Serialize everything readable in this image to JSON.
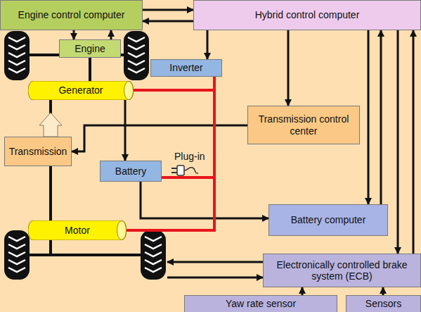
{
  "diagram": {
    "nodes": [
      {
        "text": [
          "Engine control computer"
        ]
      },
      {
        "text": [
          "Hybrid control computer"
        ]
      },
      {
        "text": [
          "Engine"
        ]
      },
      {
        "text": [
          "Inverter"
        ]
      },
      {
        "text": [
          "Generator"
        ]
      },
      {
        "text": [
          "Transmission control center"
        ]
      },
      {
        "text": [
          "Transmission"
        ]
      },
      {
        "text": [
          "Battery"
        ]
      },
      {
        "text": [
          "Battery computer"
        ]
      },
      {
        "text": [
          "Motor"
        ]
      },
      {
        "text": [
          "Electronically controlled brake system (ECB)"
        ]
      },
      {
        "text": [
          "Yaw rate sensor"
        ]
      },
      {
        "text": [
          "Sensors"
        ]
      }
    ],
    "edges": [
      {
        "from": 0,
        "to": 1,
        "arrow": "to"
      },
      {
        "from": 1,
        "to": 0,
        "arrow": "to"
      },
      {
        "from": 0,
        "to": 2,
        "arrow": "to"
      },
      {
        "from": 2,
        "to": 0,
        "arrow": "to"
      },
      {
        "from": 1,
        "to": 3,
        "arrow": "to"
      },
      {
        "from": 1,
        "to": 5,
        "arrow": "to"
      },
      {
        "from": 1,
        "to": 8,
        "arrow": "to"
      },
      {
        "from": 8,
        "to": 1,
        "arrow": "to"
      },
      {
        "from": 1,
        "to": 10,
        "arrow": "to"
      },
      {
        "from": 10,
        "to": 1,
        "arrow": "to"
      },
      {
        "from": 5,
        "to": 6,
        "arrow": "to"
      },
      {
        "from": 4,
        "to": 7,
        "arrow": "to"
      },
      {
        "from": 7,
        "to": 8,
        "arrow": "to"
      },
      {
        "from": 11,
        "to": 10,
        "arrow": "to"
      },
      {
        "from": 12,
        "to": 10,
        "arrow": "to"
      },
      {
        "from": 4,
        "to": 3,
        "arrow": "none"
      },
      {
        "from": 7,
        "to": 3,
        "arrow": "none"
      },
      {
        "from": 9,
        "to": 3,
        "arrow": "none"
      }
    ],
    "labels": [
      "Plug-in"
    ]
  }
}
